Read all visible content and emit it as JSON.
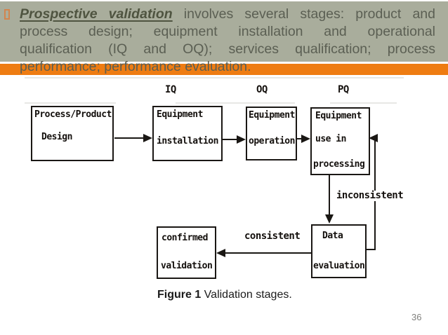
{
  "header": {
    "lead_text": "Prospective validation",
    "line1_rest": "involves several stages: product and",
    "line2": "process design; equipment installation and operational",
    "line3": "qualification (IQ and OQ); services qualification; process",
    "line4": "performance; performance evaluation."
  },
  "figure": {
    "qualification_labels": [
      "IQ",
      "OQ",
      "PQ"
    ],
    "nodes": {
      "process_design": [
        "Process/Product",
        "Design"
      ],
      "equipment_installation": [
        "Equipment",
        "installation"
      ],
      "equipment_operation": [
        "Equipment",
        "operation"
      ],
      "equipment_use": [
        "Equipment",
        "use in",
        "processing"
      ],
      "data_evaluation": [
        "Data",
        "evaluation"
      ],
      "confirmed_validation": [
        "confirmed",
        "validation"
      ]
    },
    "edge_labels": {
      "inconsistent": "inconsistent",
      "consistent": "consistent"
    },
    "caption_bold": "Figure 1",
    "caption_rest": " Validation stages."
  },
  "page_number": "36",
  "colors": {
    "header_background": "#a9ad9c",
    "accent_bar": "#ee7c12",
    "header_text": "#5b5f53",
    "diagram_ink": "#1a1714",
    "page_number": "#80807d"
  }
}
